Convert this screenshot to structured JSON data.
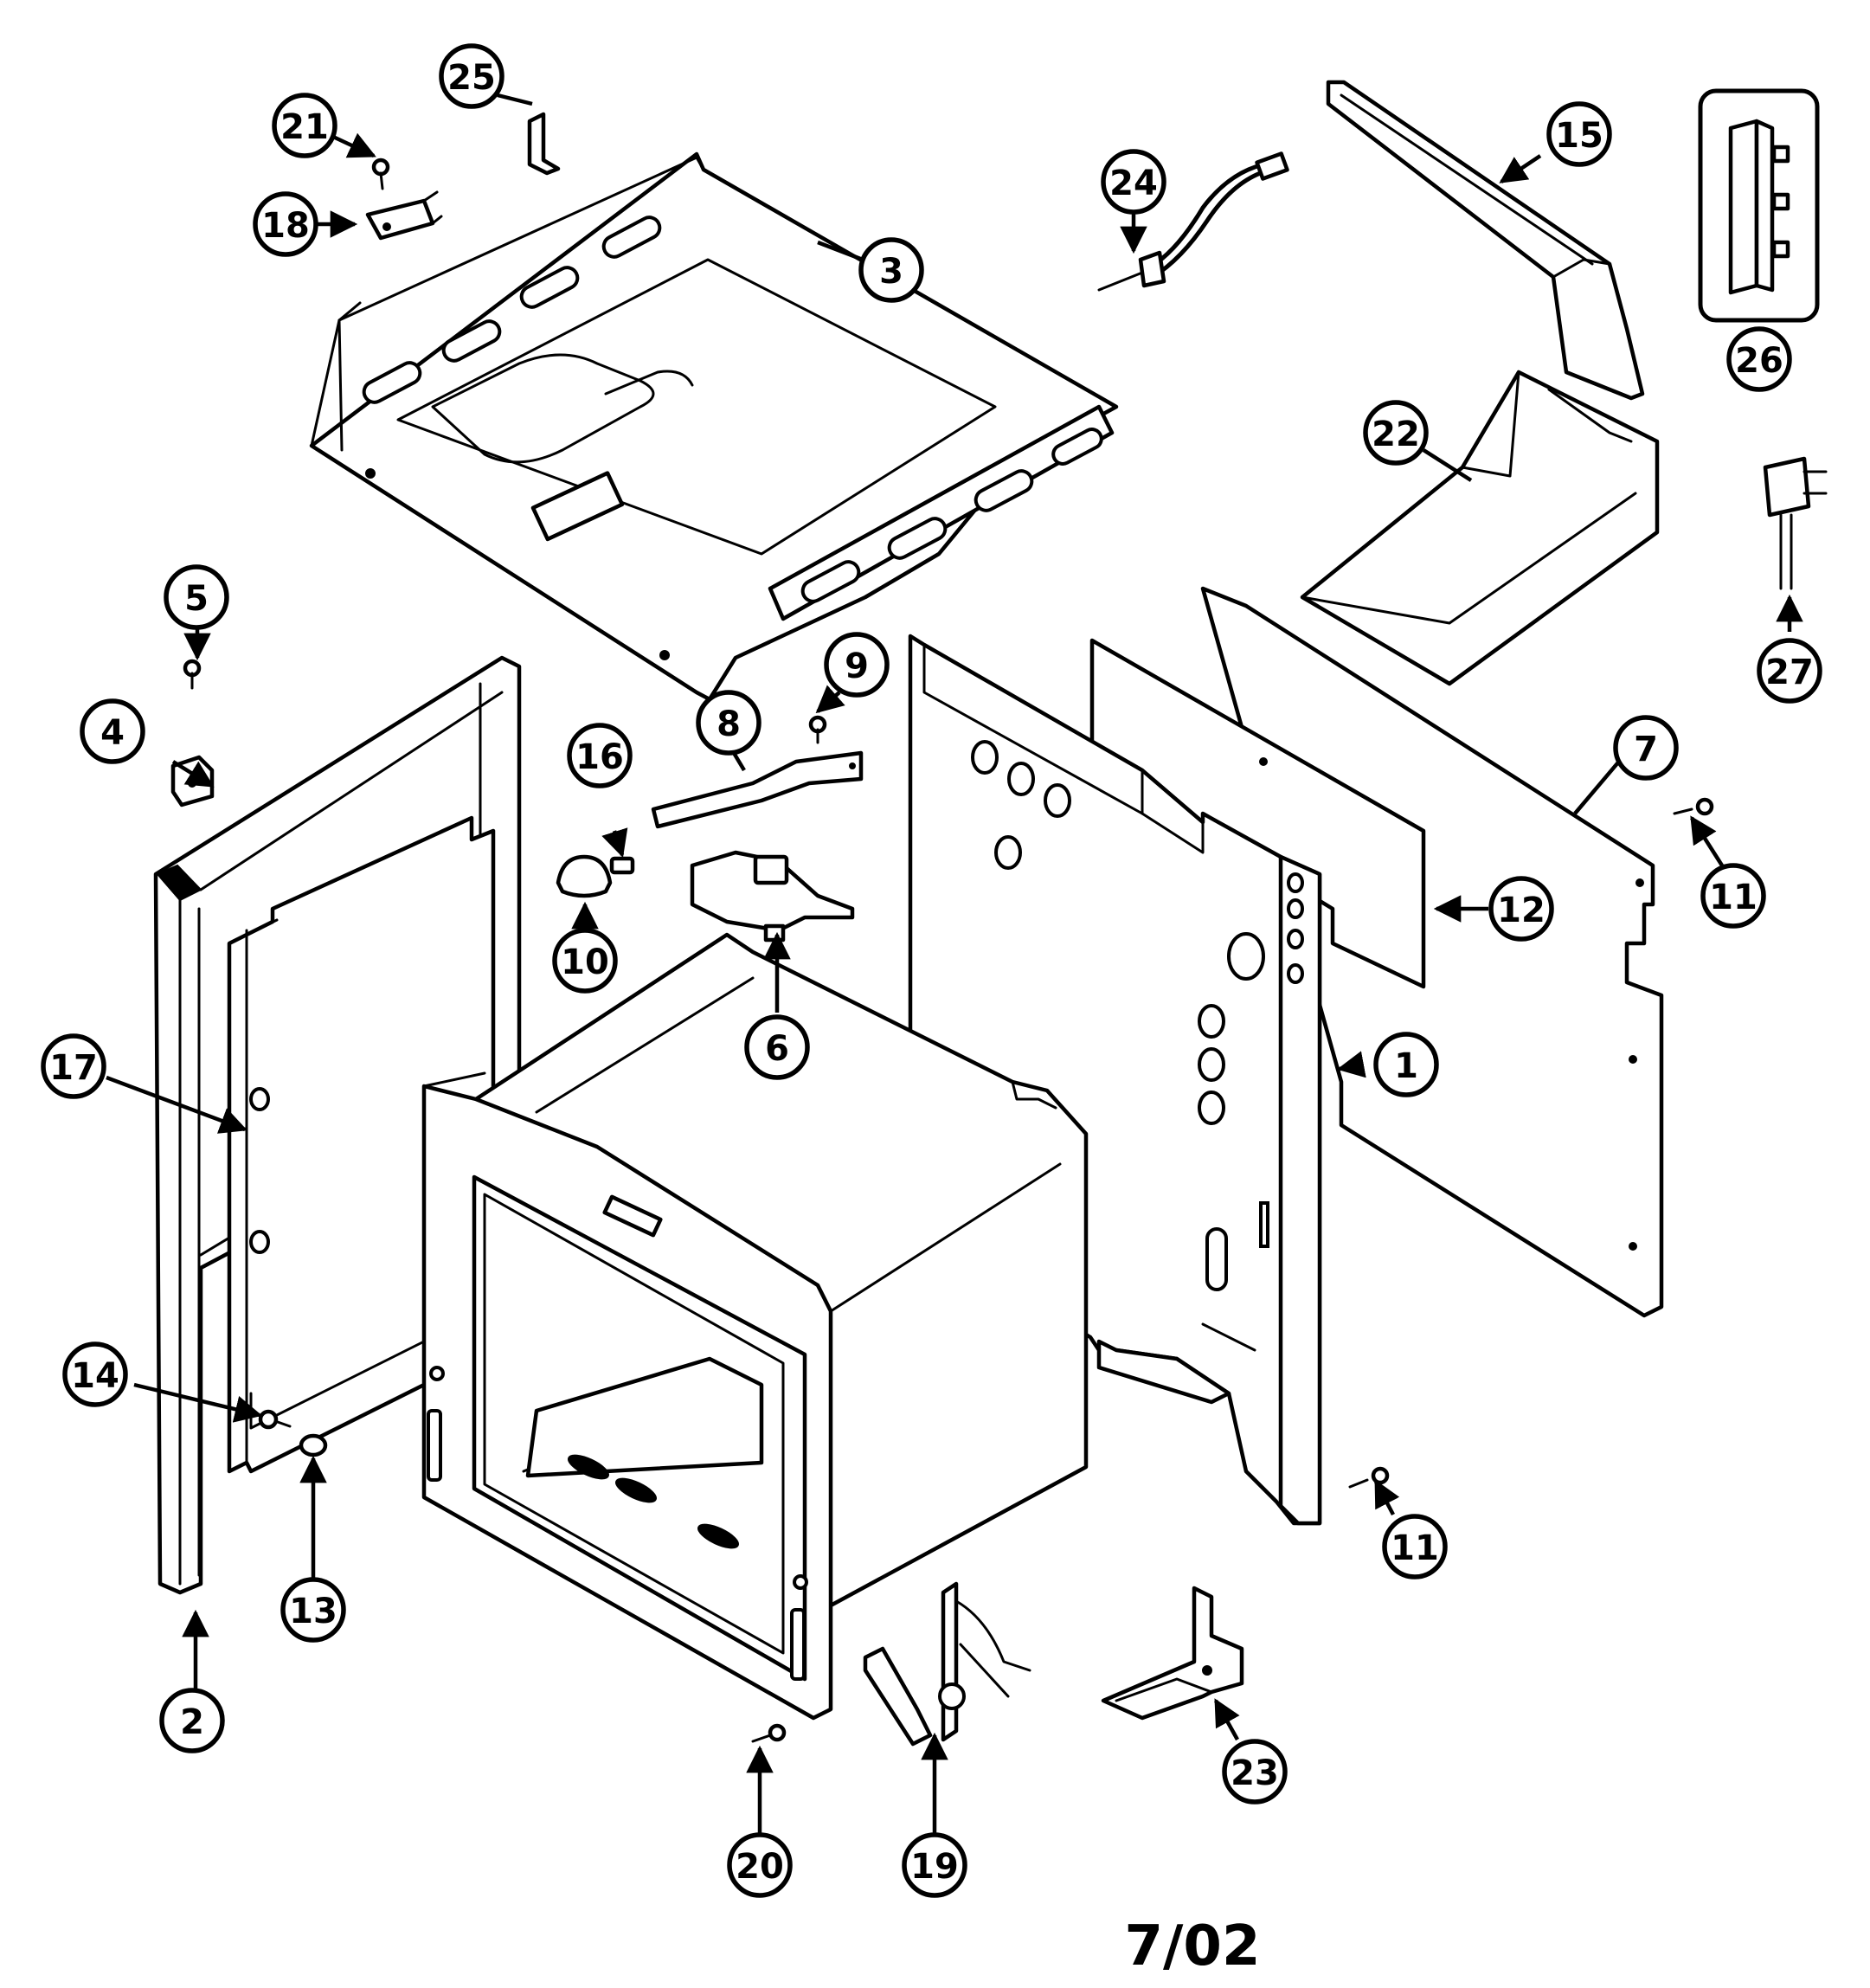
{
  "callouts": {
    "c1": "1",
    "c2": "2",
    "c3": "3",
    "c4": "4",
    "c5": "5",
    "c6": "6",
    "c7": "7",
    "c8": "8",
    "c9": "9",
    "c10": "10",
    "c11a": "11",
    "c11b": "11",
    "c12": "12",
    "c13": "13",
    "c14": "14",
    "c15": "15",
    "c16": "16",
    "c17": "17",
    "c18": "18",
    "c19": "19",
    "c20": "20",
    "c21": "21",
    "c22": "22",
    "c23": "23",
    "c24": "24",
    "c25": "25",
    "c26": "26",
    "c27": "27"
  },
  "footer": {
    "date": "7/02"
  }
}
